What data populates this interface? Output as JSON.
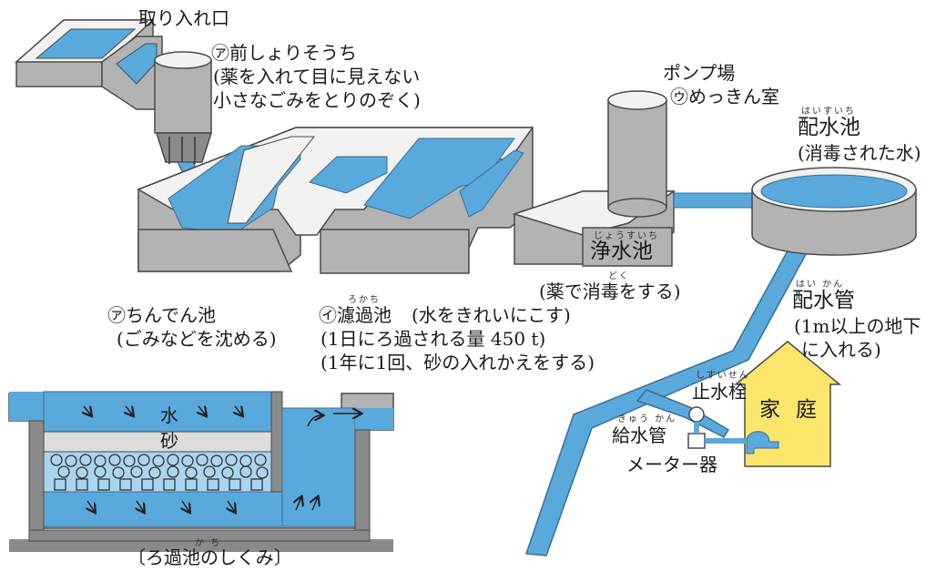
{
  "labels": {
    "intake": "取り入れ口",
    "pre_name": "㋐前しょりそうち",
    "pre_desc1": "(薬を入れて目に見えない",
    "pre_desc2": "小さなごみをとりのぞく)",
    "pump": "ポンプ場",
    "plating": "㋒めっきん室",
    "dist_pool": "配水池",
    "dist_pool_ruby": "はいすいち",
    "dist_pool_desc": "(消毒された水)",
    "clean_pool": "浄水池",
    "clean_pool_ruby": "じょうすいち",
    "clean_desc": "(薬で消毒をする)",
    "clean_desc_ruby": "どく",
    "sed_name": "㋐ちんでん池",
    "sed_desc": "(ごみなどを沈める)",
    "filter_name": "㋑濾過池",
    "filter_ruby": "ろかち",
    "filter_desc0": "(水をきれいにこす)",
    "filter_desc1": "(1日にろ過される量 450 t)",
    "filter_desc2": "(1年に1回、砂の入れかえをする)",
    "pipe": "配水管",
    "pipe_ruby": "はい   かん",
    "pipe_desc1": "(1m以上の地下",
    "pipe_desc2": "に入れる)",
    "stopcock": "止水栓",
    "stopcock_ruby": "しすいせん",
    "supply": "給水管",
    "supply_ruby": "きゅう  かん",
    "meter": "メーター器",
    "house1": "家",
    "house2": "庭",
    "inset_water": "水",
    "inset_sand": "砂",
    "inset_caption": "〔ろ過池のしくみ〕",
    "inset_caption_ruby": "か ち"
  },
  "colors": {
    "water": "#5aa9dc",
    "water_light": "#a9d5f0",
    "wall_top": "#f2f2f2",
    "wall_side": "#b3b3b3",
    "wall_dark": "#8a8a8a",
    "house": "#fbe56a",
    "outline": "#4a4a4a"
  }
}
